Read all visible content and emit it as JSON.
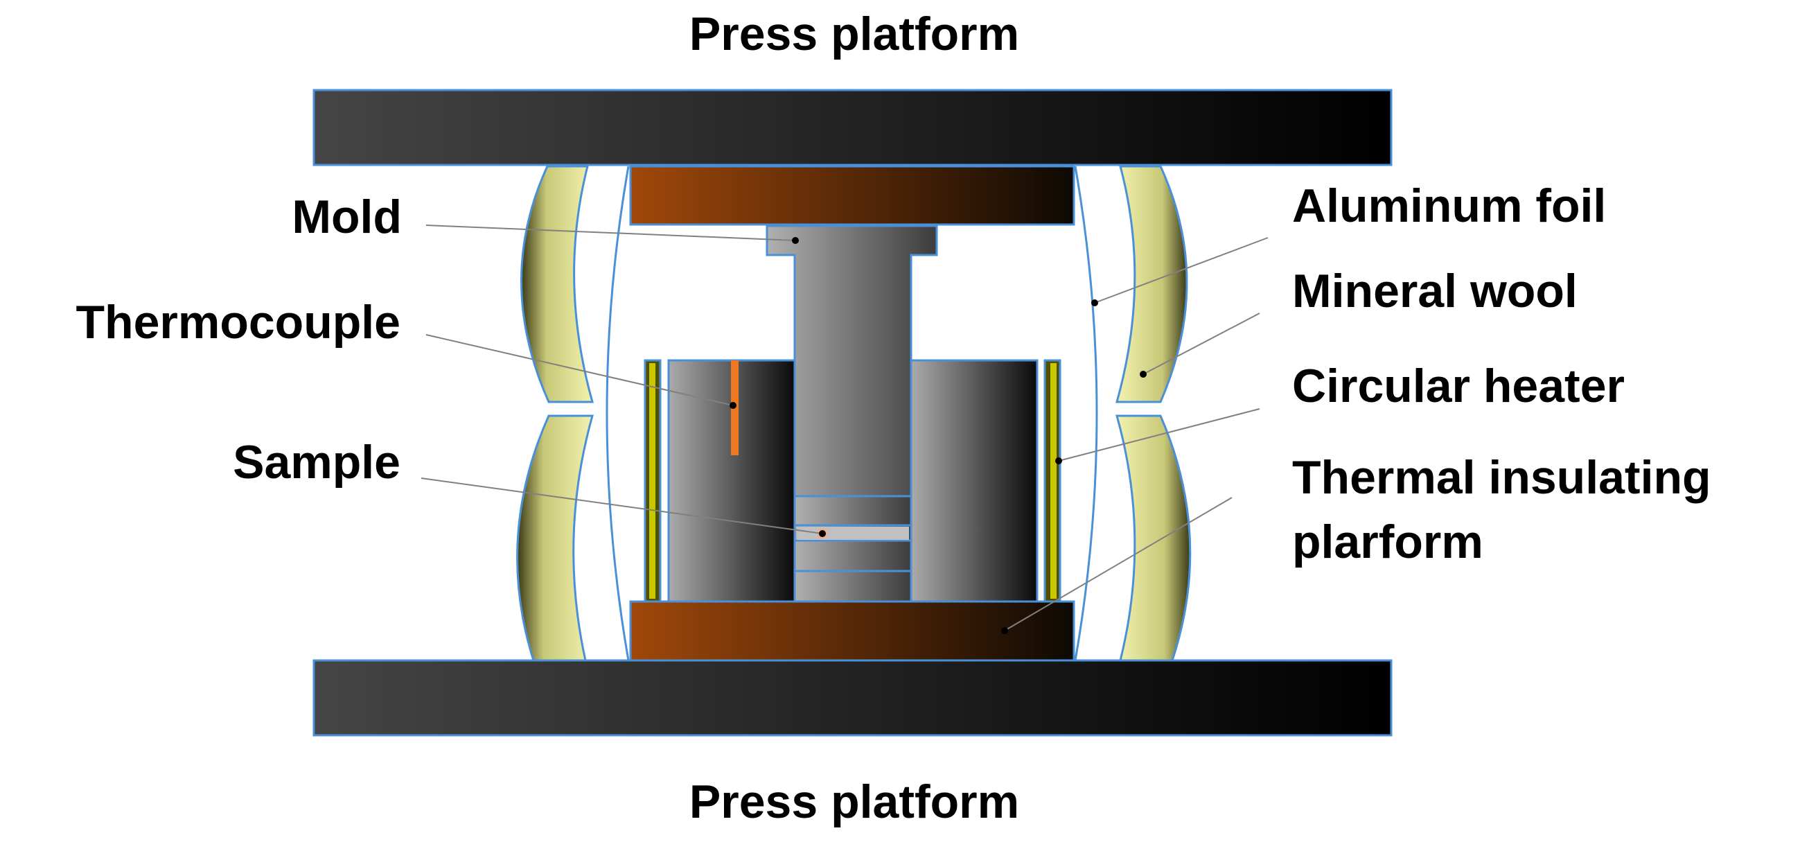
{
  "labels": {
    "top_platform": "Press platform",
    "bottom_platform": "Press platform",
    "mold": "Mold",
    "thermocouple": "Thermocouple",
    "sample": "Sample",
    "aluminum_foil": "Aluminum foil",
    "mineral_wool": "Mineral wool",
    "circular_heater": "Circular heater",
    "insulating_line1": "Thermal insulating",
    "insulating_line2": "plarform"
  },
  "colors": {
    "platform_dark": "#000000",
    "platform_light": "#454545",
    "outline": "#4a90d9",
    "insulation_light": "#a0480a",
    "insulation_dark": "#0e0904",
    "mold_light": "#a8a8a8",
    "mold_dark": "#0a0a0a",
    "wool_light": "#f0f0a8",
    "wool_dark": "#3a3a18",
    "heater_yellow": "#c8c800",
    "heater_olive": "#505000",
    "thermocouple": "#f07820",
    "sample_spot": "#e8b090",
    "leader": "#808080"
  }
}
